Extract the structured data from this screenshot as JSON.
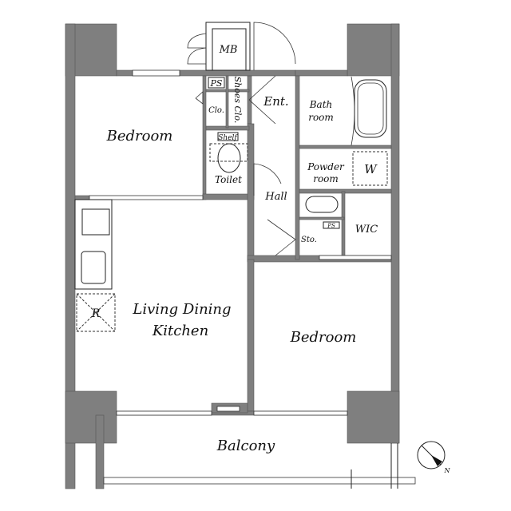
{
  "rooms": {
    "mb": "MB",
    "ps_top": "PS",
    "closet": "Clo.",
    "shoes_closet": "Shoes Clo.",
    "entrance": "Ent.",
    "bathroom_line1": "Bath",
    "bathroom_line2": "room",
    "shelf": "Shelf",
    "toilet": "Toilet",
    "powder_line1": "Powder",
    "powder_line2": "room",
    "washer": "W",
    "hall": "Hall",
    "ps_small": "PS",
    "storage": "Sto.",
    "wic": "WIC",
    "bedroom_left": "Bedroom",
    "refrigerator": "R",
    "ldk_line1": "Living Dining",
    "ldk_line2": "Kitchen",
    "bedroom_right": "Bedroom",
    "balcony": "Balcony"
  },
  "compass": {
    "north_label": "N",
    "icon": "north-arrow-icon"
  },
  "colors": {
    "wall": "#7f7f7f",
    "line": "#222222",
    "background": "#ffffff"
  }
}
